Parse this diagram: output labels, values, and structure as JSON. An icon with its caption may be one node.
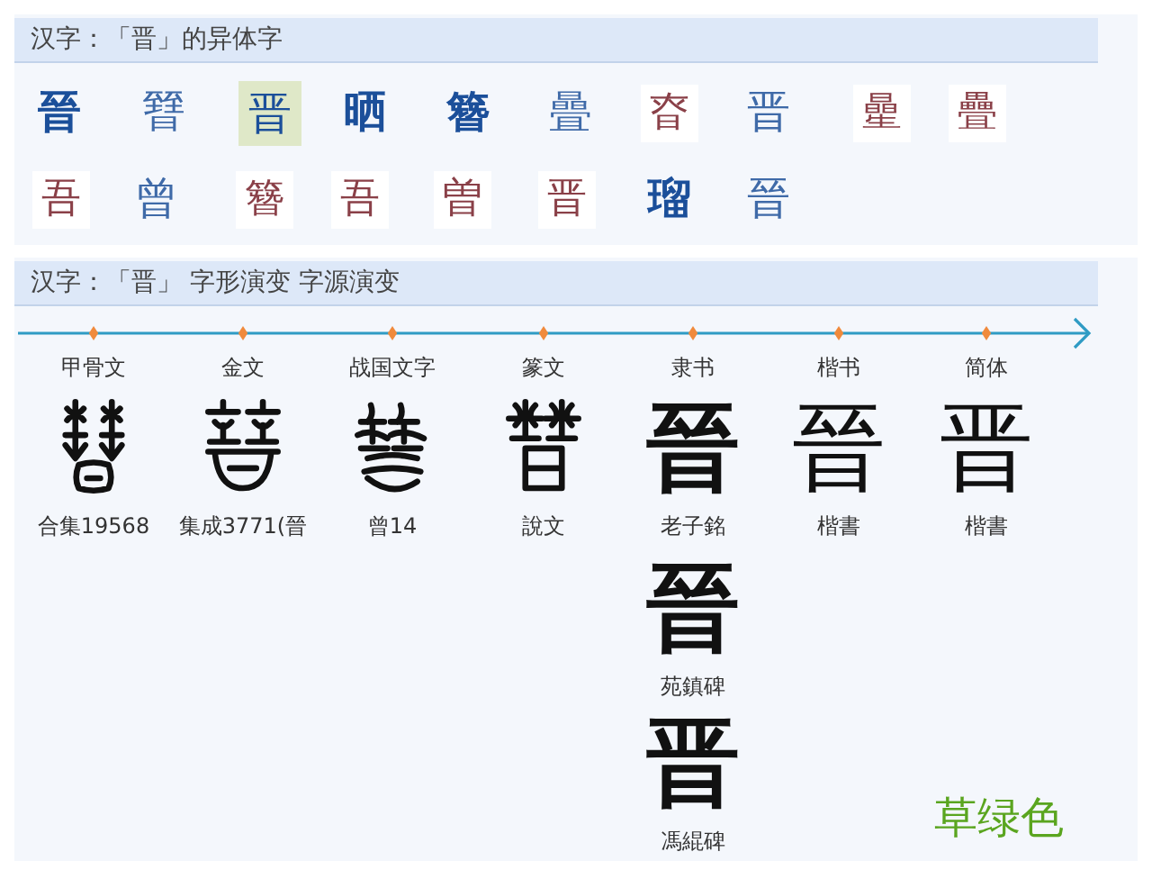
{
  "diagram": {
    "nodes": [
      {
        "text": [
          "汉字：「晋」的异体字"
        ]
      },
      {
        "text": [
          "汉字：「晋」 字形演变 字源演变"
        ]
      }
    ],
    "labels": [
      "晉",
      "㬜",
      "晋",
      "晒",
      "簪",
      "曡",
      "昚",
      "晋",
      "曐",
      "疊",
      "吾",
      "曾",
      "簪",
      "吾",
      "曽",
      "晋",
      "瑠",
      "晉",
      "甲骨文",
      "金文",
      "战国文字",
      "篆文",
      "隶书",
      "楷书",
      "简体",
      "晉",
      "晉",
      "晋",
      "合集19568",
      "集成3771(晉",
      "曾14",
      "說文",
      "老子銘",
      "楷書",
      "楷書",
      "晉",
      "苑鎮碑",
      "晋",
      "馮緄碑",
      "草绿色"
    ]
  }
}
